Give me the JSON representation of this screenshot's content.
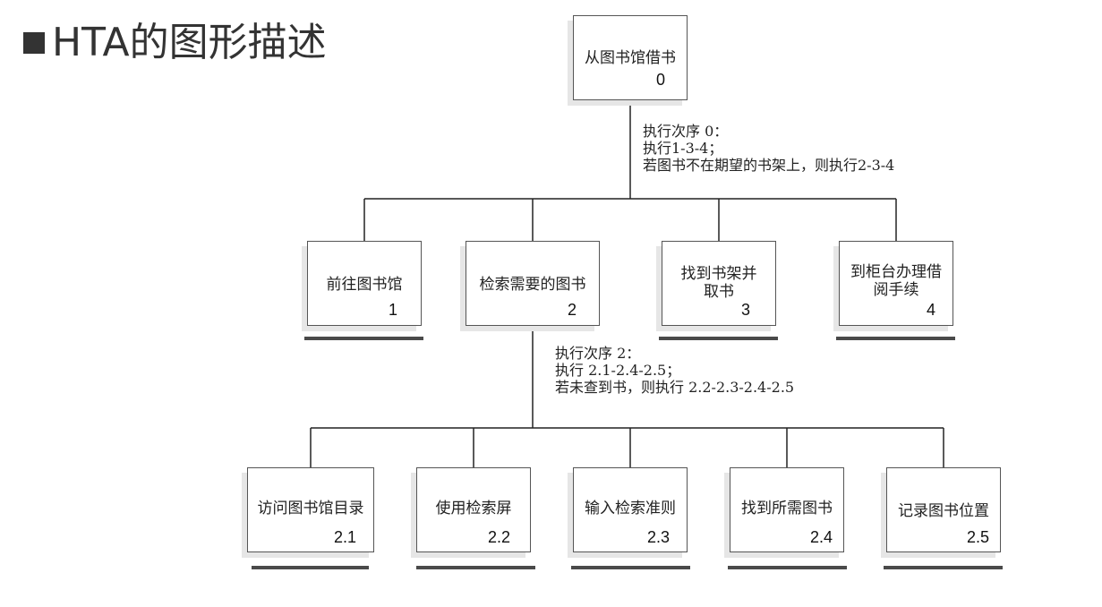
{
  "title": "HTA的图形描述",
  "root": {
    "label": "从图书馆借书",
    "number": "0"
  },
  "plan0": [
    "执行次序 0：",
    "执行1-3-4；",
    "若图书不在期望的书架上，则执行2-3-4"
  ],
  "level1": [
    {
      "label": "前往图书馆",
      "number": "1"
    },
    {
      "label": "检索需要的图书",
      "number": "2"
    },
    {
      "label": "找到书架并\n取书",
      "number": "3"
    },
    {
      "label": "到柜台办理借\n阅手续",
      "number": "4"
    }
  ],
  "plan2": [
    "执行次序 2：",
    "执行 2.1-2.4-2.5；",
    "若未查到书，则执行 2.2-2.3-2.4-2.5"
  ],
  "level2": [
    {
      "label": "访问图书馆目录",
      "number": "2.1"
    },
    {
      "label": "使用检索屏",
      "number": "2.2"
    },
    {
      "label": "输入检索准则",
      "number": "2.3"
    },
    {
      "label": "找到所需图书",
      "number": "2.4"
    },
    {
      "label": "记录图书位置",
      "number": "2.5"
    }
  ]
}
